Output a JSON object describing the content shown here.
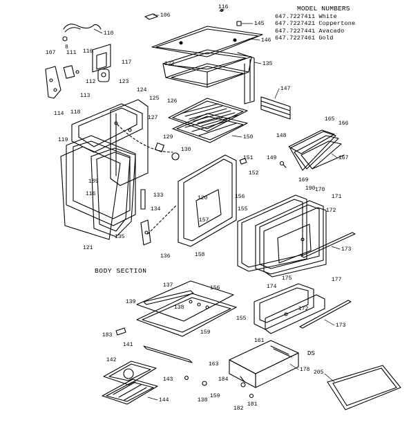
{
  "header": {
    "title": "MODEL NUMBERS",
    "models": [
      {
        "number": "647.7227411",
        "color": "White"
      },
      {
        "number": "647.7227421",
        "color": "Coppertone"
      },
      {
        "number": "647.7227441",
        "color": "Avacado"
      },
      {
        "number": "647.7227461",
        "color": "Gold"
      }
    ]
  },
  "section_label": "BODY SECTION",
  "ds_label": "DS",
  "callouts": {
    "c106": "106",
    "c116a": "116",
    "c145": "145",
    "c146": "146",
    "c110": "110",
    "c107": "107",
    "c8": "8",
    "c111": "111",
    "c116b": "116",
    "c117": "117",
    "c112": "112",
    "c123": "123",
    "c122": "122",
    "c135a": "135",
    "c113": "113",
    "c114": "114",
    "c118": "118",
    "c124": "124",
    "c125": "125",
    "c127": "127",
    "c126": "126",
    "c147": "147",
    "c119": "119",
    "c129": "129",
    "c130": "130",
    "c150": "150",
    "c148": "148",
    "c165": "165",
    "c166": "166",
    "c167": "167",
    "c149": "149",
    "c151": "151",
    "c152": "152",
    "c189": "189",
    "c116c": "116",
    "c133": "133",
    "c120": "120",
    "c134": "134",
    "c157": "157",
    "c156a": "156",
    "c155a": "155",
    "c169": "169",
    "c190": "190",
    "c170": "170",
    "c171": "171",
    "c172a": "172",
    "c121": "121",
    "c135b": "135",
    "c136": "136",
    "c158": "158",
    "c173a": "173",
    "c175": "175",
    "c177": "177",
    "c137": "137",
    "c156b": "156",
    "c174": "174",
    "c139": "139",
    "c138a": "138",
    "c155b": "155",
    "c172b": "172",
    "c159a": "159",
    "c173b": "173",
    "c183": "183",
    "c161": "161",
    "c141": "141",
    "c163": "163",
    "c178": "178",
    "c205": "205",
    "c142": "142",
    "c143": "143",
    "c184": "184",
    "c138b": "138",
    "c159b": "159",
    "c182": "182",
    "c181": "181",
    "c144": "144"
  }
}
